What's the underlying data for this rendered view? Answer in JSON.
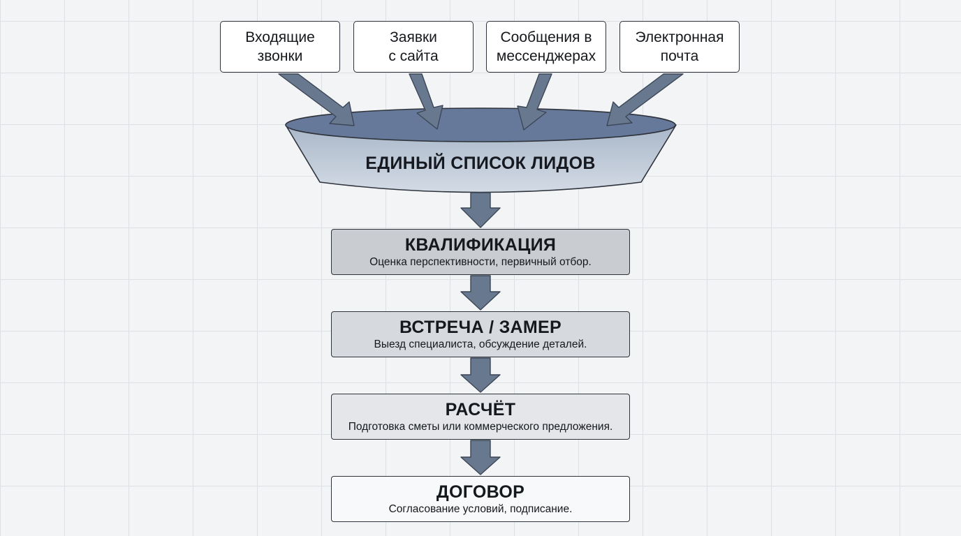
{
  "sources": [
    {
      "line1": "Входящие",
      "line2": "звонки",
      "name": "source-incoming-calls"
    },
    {
      "line1": "Заявки",
      "line2": "с сайта",
      "name": "source-website-requests"
    },
    {
      "line1": "Сообщения в",
      "line2": "мессенджерах",
      "name": "source-messenger-messages"
    },
    {
      "line1": "Электронная",
      "line2": "почта",
      "name": "source-email"
    }
  ],
  "funnel": {
    "label": "ЕДИНЫЙ СПИСОК ЛИДОВ"
  },
  "stages": [
    {
      "title": "КВАЛИФИКАЦИЯ",
      "description": "Оценка перспективности, первичный отбор.",
      "name": "stage-qualification"
    },
    {
      "title": "ВСТРЕЧА / ЗАМЕР",
      "description": "Выезд специалиста, обсуждение деталей.",
      "name": "stage-meeting"
    },
    {
      "title": "РАСЧЁТ",
      "description": "Подготовка сметы или коммерческого предложения.",
      "name": "stage-calculation"
    },
    {
      "title": "ДОГОВОР",
      "description": "Согласование условий, подписание.",
      "name": "stage-contract"
    }
  ],
  "colors": {
    "arrow_fill": "#67788f",
    "arrow_stroke": "#3c4656",
    "funnel_top": "#66799a",
    "funnel_body": "#c3cdd9",
    "outline": "#2e333b"
  }
}
